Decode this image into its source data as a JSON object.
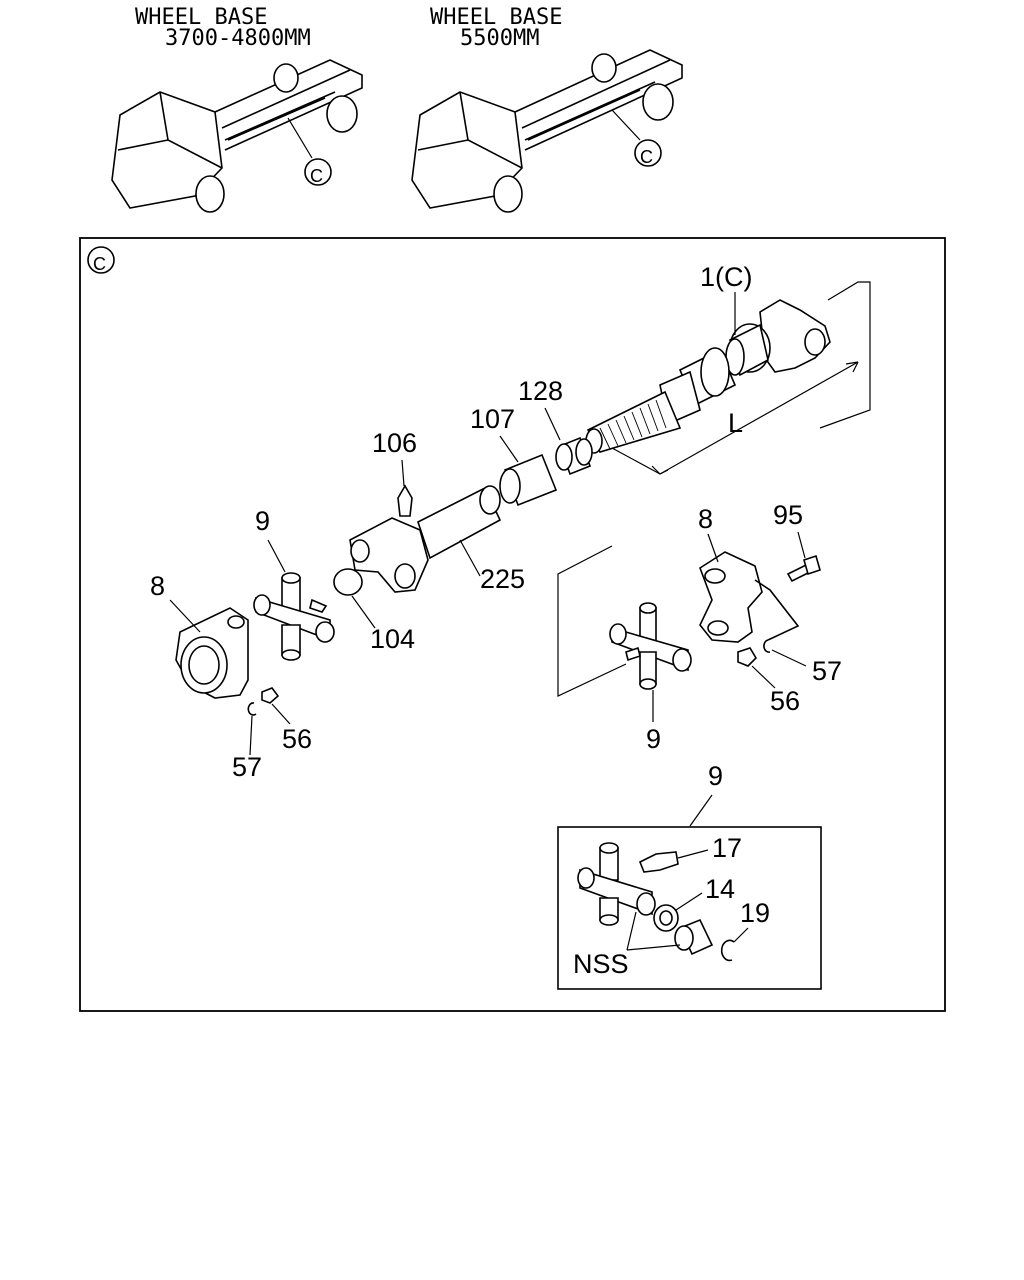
{
  "headers": [
    {
      "line1": "WHEEL BASE",
      "line2": "3700-4800MM"
    },
    {
      "line1": "WHEEL BASE",
      "line2": "5500MM"
    }
  ],
  "view_marker": "C",
  "labels": {
    "p1c": "1(C)",
    "p128": "128",
    "p107": "107",
    "p106": "106",
    "pL": "L",
    "p9_left": "9",
    "p8_left": "8",
    "p225": "225",
    "p104": "104",
    "p56_left": "56",
    "p57_left": "57",
    "p8_right": "8",
    "p95": "95",
    "p57_right": "57",
    "p56_right": "56",
    "p9_right": "9",
    "p9_detail": "9",
    "p17": "17",
    "p14": "14",
    "p19": "19",
    "nss": "NSS"
  }
}
